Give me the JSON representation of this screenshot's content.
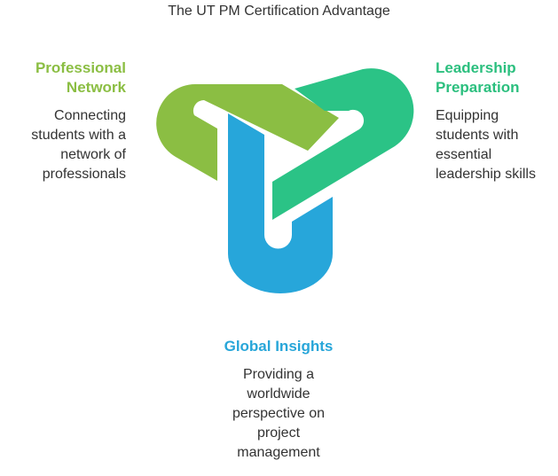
{
  "title": "The UT PM Certification Advantage",
  "colors": {
    "green": "#8BBE43",
    "teal": "#2BC386",
    "blue": "#27A6DA"
  },
  "blocks": {
    "professional_network": {
      "heading_lines": [
        "Professional",
        "Network"
      ],
      "desc_lines": [
        "Connecting",
        "students with a",
        "network of",
        "professionals"
      ]
    },
    "leadership_preparation": {
      "heading_lines": [
        "Leadership",
        "Preparation"
      ],
      "desc_lines": [
        "Equipping",
        "students with",
        "essential",
        "leadership skills"
      ]
    },
    "global_insights": {
      "heading_lines": [
        "Global Insights"
      ],
      "desc_lines": [
        "Providing a",
        "worldwide",
        "perspective on",
        "project",
        "management"
      ]
    }
  }
}
